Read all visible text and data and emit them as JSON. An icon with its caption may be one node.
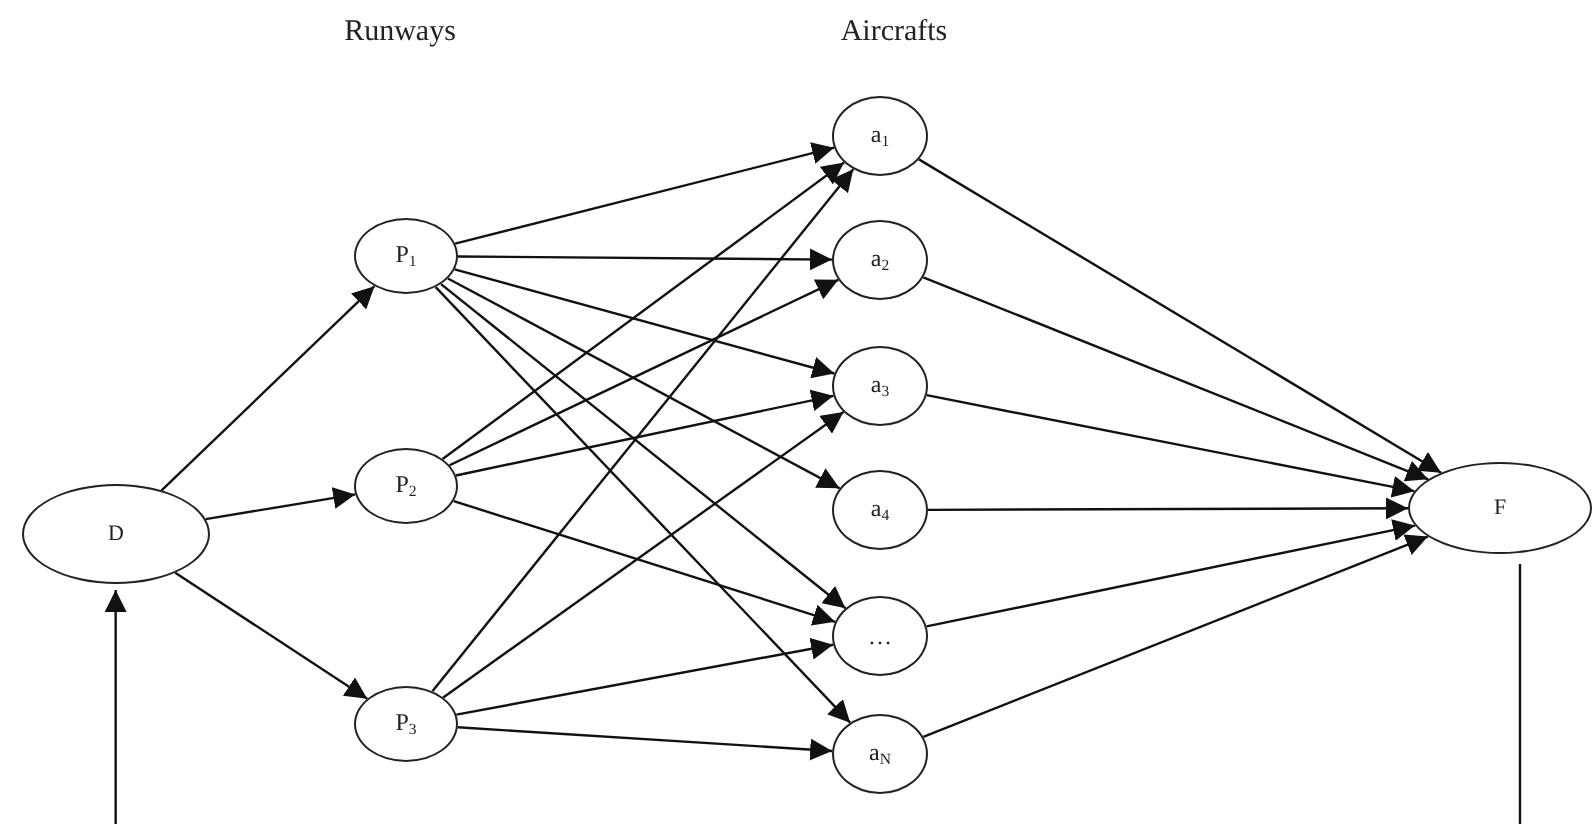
{
  "diagram": {
    "nodes": [
      {
        "text": [
          "D"
        ]
      },
      {
        "text": [
          "P$_{1}$"
        ]
      },
      {
        "text": [
          "P$_{2}$"
        ]
      },
      {
        "text": [
          "P$_{3}$"
        ]
      },
      {
        "text": [
          "a$_{1}$"
        ]
      },
      {
        "text": [
          "a$_{2}$"
        ]
      },
      {
        "text": [
          "a$_{3}$"
        ]
      },
      {
        "text": [
          "a$_{4}$"
        ]
      },
      {
        "text": [
          "…"
        ]
      },
      {
        "text": [
          "a$_{N}$"
        ]
      },
      {
        "text": [
          "F"
        ]
      }
    ],
    "edges": [
      {
        "from": 0,
        "to": 1,
        "arrow": "to"
      },
      {
        "from": 0,
        "to": 2,
        "arrow": "to"
      },
      {
        "from": 0,
        "to": 3,
        "arrow": "to"
      },
      {
        "from": 1,
        "to": 4,
        "arrow": "to"
      },
      {
        "from": 1,
        "to": 5,
        "arrow": "to"
      },
      {
        "from": 1,
        "to": 6,
        "arrow": "to"
      },
      {
        "from": 1,
        "to": 7,
        "arrow": "to"
      },
      {
        "from": 1,
        "to": 8,
        "arrow": "to"
      },
      {
        "from": 1,
        "to": 9,
        "arrow": "to"
      },
      {
        "from": 2,
        "to": 4,
        "arrow": "to"
      },
      {
        "from": 2,
        "to": 5,
        "arrow": "to"
      },
      {
        "from": 2,
        "to": 6,
        "arrow": "to"
      },
      {
        "from": 2,
        "to": 8,
        "arrow": "to"
      },
      {
        "from": 3,
        "to": 4,
        "arrow": "to"
      },
      {
        "from": 3,
        "to": 6,
        "arrow": "to"
      },
      {
        "from": 3,
        "to": 8,
        "arrow": "to"
      },
      {
        "from": 3,
        "to": 9,
        "arrow": "to"
      },
      {
        "from": 4,
        "to": 10,
        "arrow": "to"
      },
      {
        "from": 5,
        "to": 10,
        "arrow": "to"
      },
      {
        "from": 6,
        "to": 10,
        "arrow": "to"
      },
      {
        "from": 7,
        "to": 10,
        "arrow": "to"
      },
      {
        "from": 8,
        "to": 10,
        "arrow": "to"
      },
      {
        "from": 9,
        "to": 10,
        "arrow": "to"
      },
      {
        "from": null,
        "to": 0,
        "arrow": "to"
      },
      {
        "from": 10,
        "to": null,
        "arrow": "none"
      }
    ],
    "labels": [
      "Runways",
      "Aircrafts"
    ]
  }
}
